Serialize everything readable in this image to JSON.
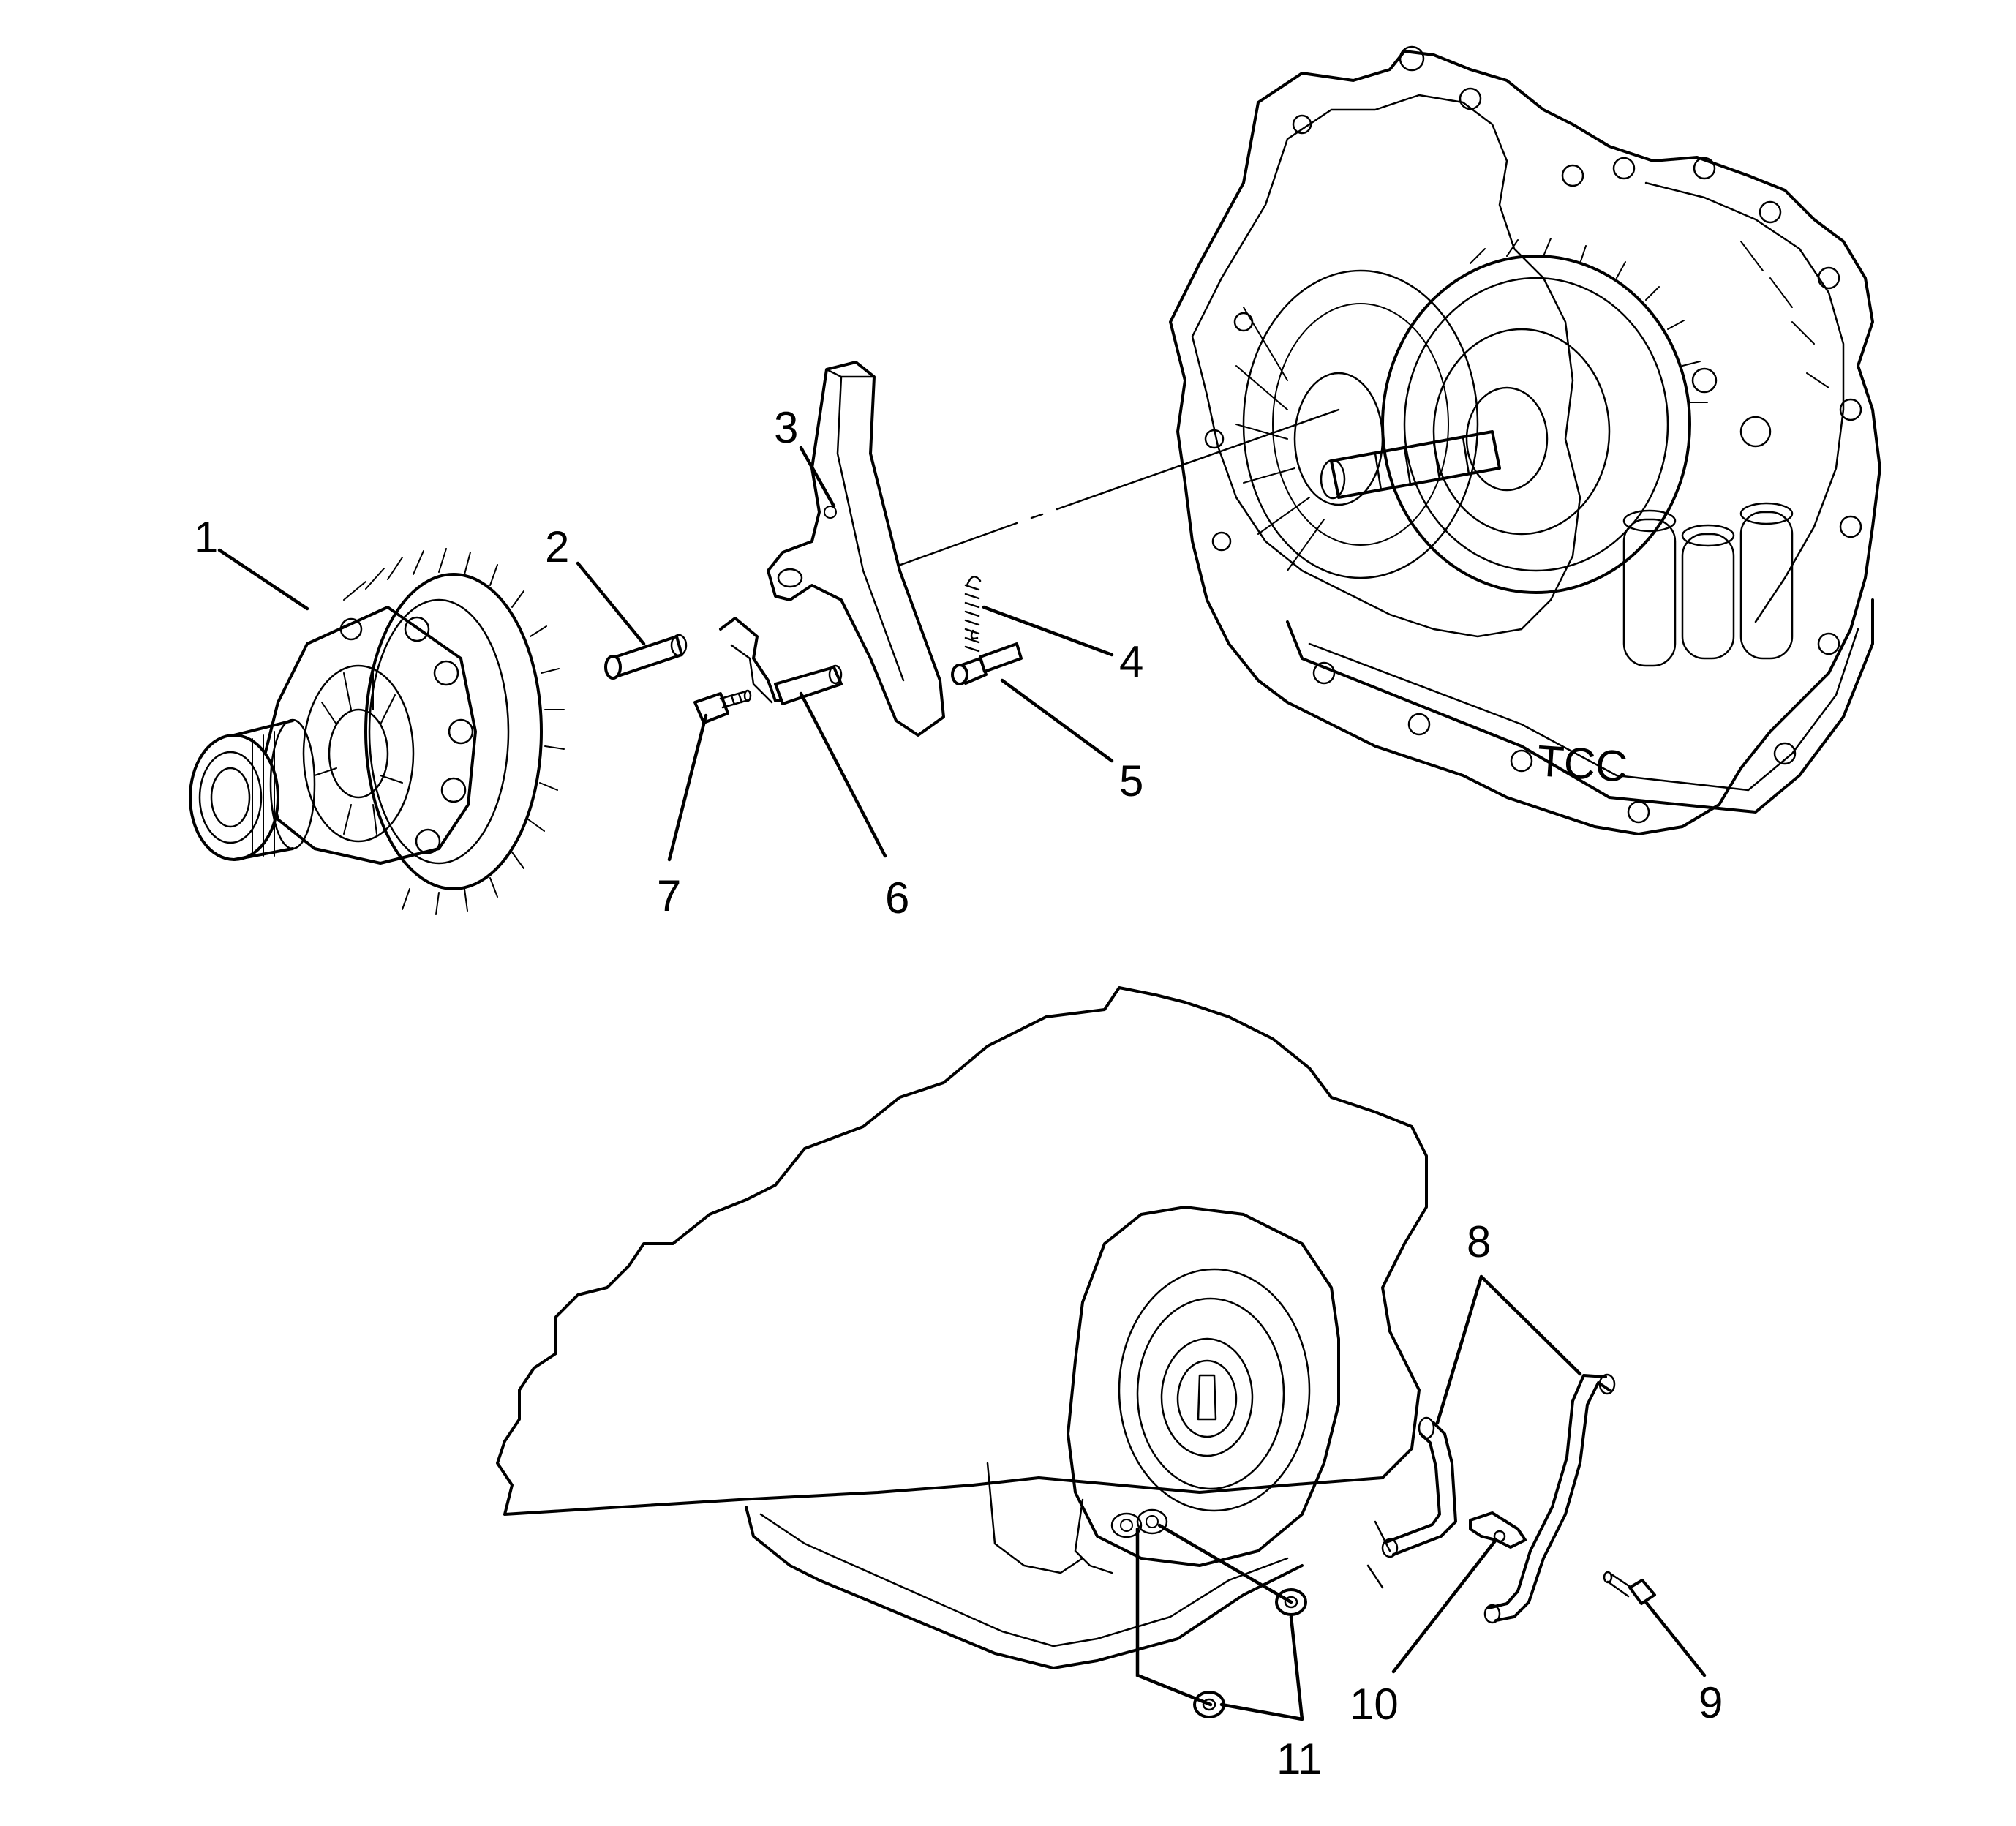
{
  "callouts": [
    {
      "id": "1",
      "label": "1"
    },
    {
      "id": "2",
      "label": "2"
    },
    {
      "id": "3",
      "label": "3"
    },
    {
      "id": "4",
      "label": "4"
    },
    {
      "id": "5",
      "label": "5"
    },
    {
      "id": "6",
      "label": "6"
    },
    {
      "id": "7",
      "label": "7"
    },
    {
      "id": "8",
      "label": "8"
    },
    {
      "id": "9",
      "label": "9"
    },
    {
      "id": "10",
      "label": "10"
    },
    {
      "id": "11",
      "label": "11"
    }
  ],
  "case_stamp": "TCC"
}
